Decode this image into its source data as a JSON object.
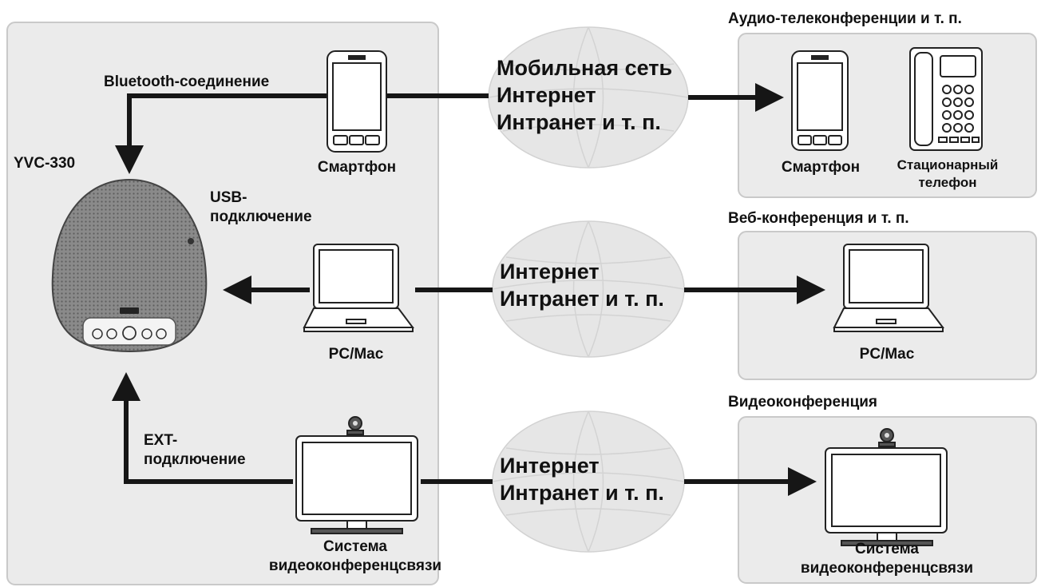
{
  "colors": {
    "panel_fill": "#ebebeb",
    "panel_stroke": "#c9c9c9",
    "cloud_fill": "#e6e6e6",
    "arrow": "#161616",
    "device_stroke": "#222222",
    "speaker_body": "#7d7d7d"
  },
  "device": {
    "name": "YVC-330"
  },
  "left_devices": {
    "smartphone": "Смартфон",
    "pc": "PC/Mac",
    "video_system": [
      "Система",
      "видеоконференцсвязи"
    ]
  },
  "connections": {
    "bluetooth": "Bluetooth-соединение",
    "usb": [
      "USB-",
      "подключение"
    ],
    "ext": [
      "EXT-",
      "подключение"
    ]
  },
  "networks": {
    "top": [
      "Мобильная сеть",
      "Интернет",
      "Интранет и т. п."
    ],
    "middle": [
      "Интернет",
      "Интранет и т. п."
    ],
    "bottom": [
      "Интернет",
      "Интранет и т. п."
    ]
  },
  "right_groups": {
    "audio": {
      "title": "Аудио-телеконференции и т. п.",
      "smartphone": "Смартфон",
      "landline": [
        "Стационарный",
        "телефон"
      ]
    },
    "web": {
      "title": "Веб-конференция и т. п.",
      "pc": "PC/Mac"
    },
    "video": {
      "title": "Видеоконференция",
      "system": [
        "Система",
        "видеоконференцсвязи"
      ]
    }
  }
}
